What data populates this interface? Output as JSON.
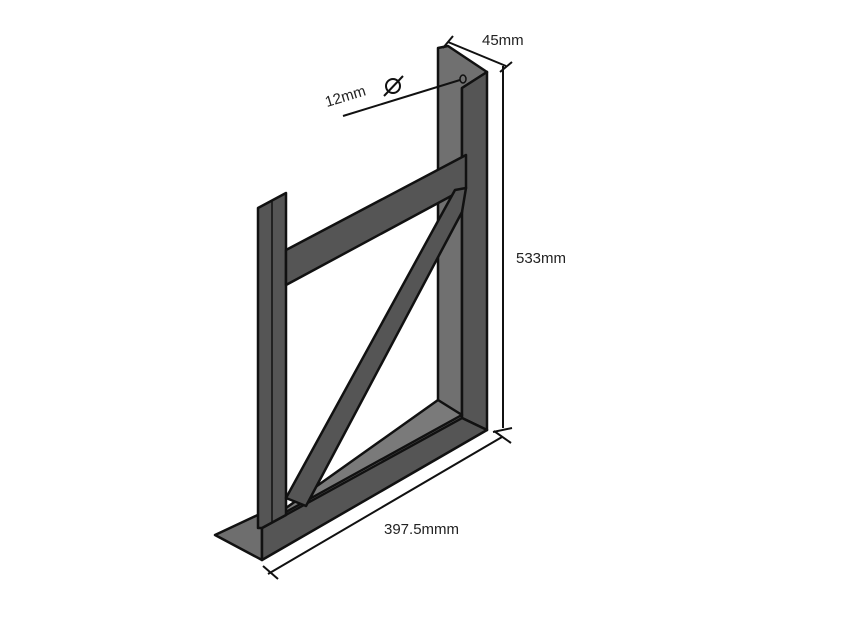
{
  "drawing": {
    "dimensions": {
      "depth": "45mm",
      "height": "533mm",
      "length": "397.5mmm",
      "hole": "12mm"
    },
    "hole_symbol": "Ø",
    "colors": {
      "dark": "#555555",
      "mid": "#6e6e6e",
      "light": "#8a8a8a",
      "outline": "#111111"
    }
  }
}
